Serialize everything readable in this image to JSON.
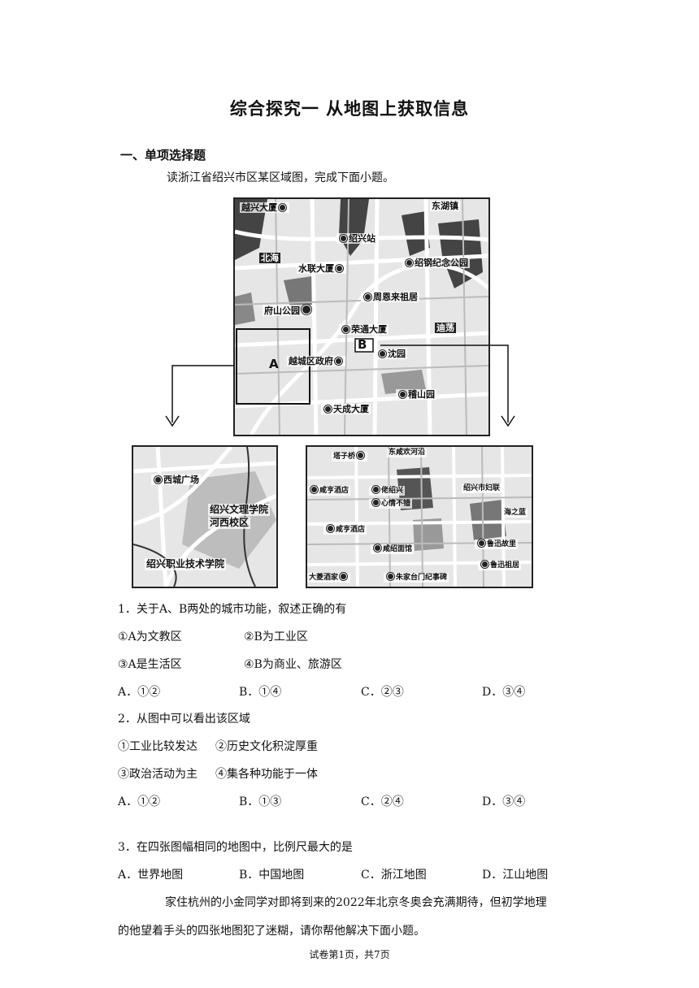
{
  "doc": {
    "title": "综合探究一 从地图上获取信息",
    "section": "一、单项选择题",
    "intro": "读浙江省绍兴市区某区域图，完成下面小题。",
    "footer": "试卷第1页，共7页"
  },
  "map_main": {
    "labels": [
      "越兴大厦",
      "东湖镇",
      "绍兴站",
      "北海",
      "水联大厦",
      "绍钢纪念公园",
      "周恩来祖居",
      "府山公园",
      "荣通大厦",
      "迪荡",
      "沈园",
      "越城区政府",
      "稽山园",
      "天成大厦"
    ],
    "markers": [
      "A",
      "B"
    ]
  },
  "map_a": {
    "labels": [
      "西城广场",
      "绍兴文理学院",
      "河西校区",
      "绍兴职业技术学院"
    ]
  },
  "map_b": {
    "labels": [
      "塔子桥",
      "东咸欢河沿",
      "咸亨酒店",
      "绍兴市妇联",
      "佬绍兴",
      "心情不错",
      "海之蓝",
      "咸亨酒店",
      "咸绍面馆",
      "鲁迅故里",
      "鲁迅祖居",
      "大菱酒家",
      "朱家台门纪事碑"
    ]
  },
  "questions": [
    {
      "stem": "1．关于A、B两处的城市功能，叙述正确的有",
      "statements": [
        "①A为文教区",
        "②B为工业区",
        "③A是生活区",
        "④B为商业、旅游区"
      ],
      "options": [
        "A．①②",
        "B．①④",
        "C．②③",
        "D．③④"
      ]
    },
    {
      "stem": "2．从图中可以看出该区域",
      "statements": [
        "①工业比较发达",
        "②历史文化积淀厚重",
        "③政治活动为主",
        "④集各种功能于一体"
      ],
      "options": [
        "A．①②",
        "B．①③",
        "C．②④",
        "D．③④"
      ]
    },
    {
      "stem": "3．在四张图幅相同的地图中，比例尺最大的是",
      "options": [
        "A．世界地图",
        "B．中国地图",
        "C．浙江地图",
        "D．江山地图"
      ]
    }
  ],
  "passage": {
    "line1": "家住杭州的小金同学对即将到来的2022年北京冬奥会充满期待，但初学地理",
    "line2": "的他望着手头的四张地图犯了迷糊，请你帮他解决下面小题。"
  }
}
